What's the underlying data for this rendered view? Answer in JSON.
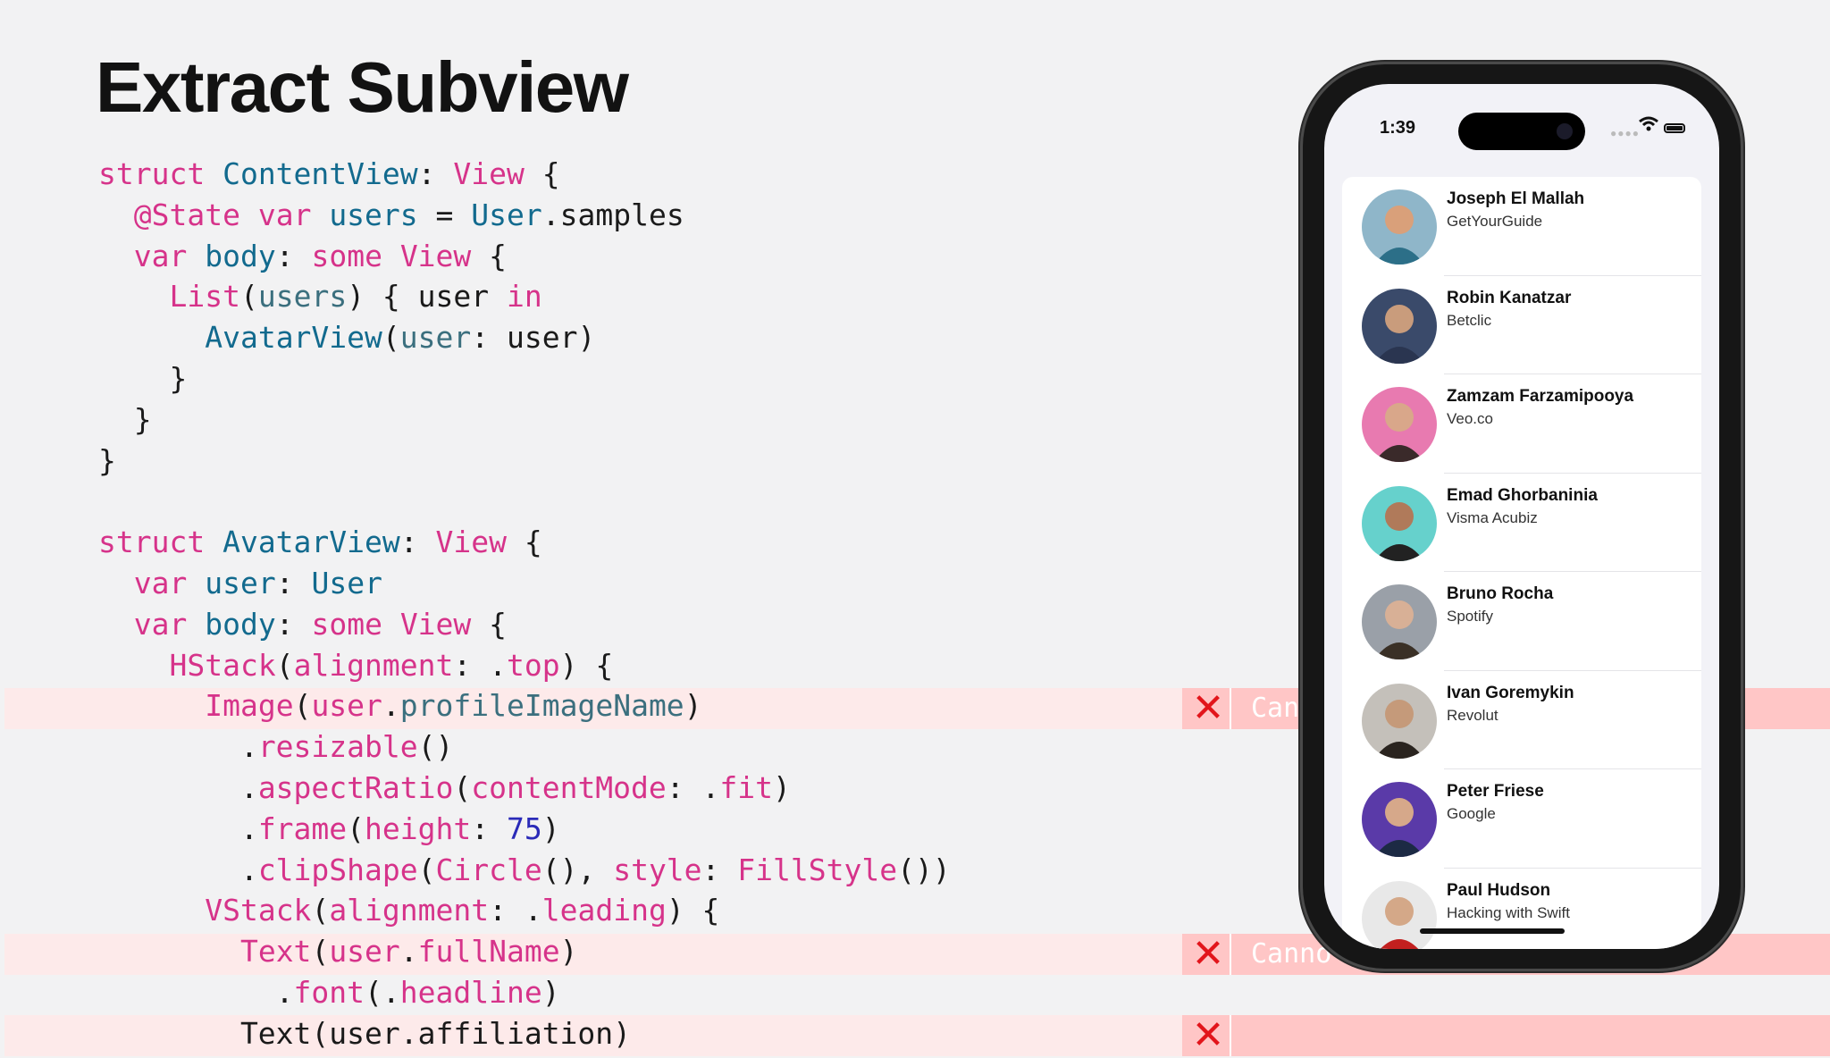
{
  "slide": {
    "title": "Extract Subview"
  },
  "code_lines": [
    [
      {
        "t": "struct ",
        "c": "kw"
      },
      {
        "t": "ContentView",
        "c": "ty"
      },
      {
        "t": ": "
      },
      {
        "t": "View",
        "c": "kw"
      },
      {
        "t": " {"
      }
    ],
    [
      {
        "t": "  "
      },
      {
        "t": "@State ",
        "c": "kw"
      },
      {
        "t": "var ",
        "c": "kw"
      },
      {
        "t": "users",
        "c": "ty"
      },
      {
        "t": " = "
      },
      {
        "t": "User",
        "c": "ty"
      },
      {
        "t": ".samples"
      }
    ],
    [
      {
        "t": "  "
      },
      {
        "t": "var ",
        "c": "kw"
      },
      {
        "t": "body",
        "c": "ty"
      },
      {
        "t": ": "
      },
      {
        "t": "some ",
        "c": "kw"
      },
      {
        "t": "View",
        "c": "kw"
      },
      {
        "t": " {"
      }
    ],
    [
      {
        "t": "    "
      },
      {
        "t": "List",
        "c": "fn"
      },
      {
        "t": "("
      },
      {
        "t": "users",
        "c": "pr"
      },
      {
        "t": ") { user "
      },
      {
        "t": "in",
        "c": "kw"
      }
    ],
    [
      {
        "t": "      "
      },
      {
        "t": "AvatarView",
        "c": "ty"
      },
      {
        "t": "("
      },
      {
        "t": "user",
        "c": "pr"
      },
      {
        "t": ": user)"
      }
    ],
    [
      {
        "t": "    }"
      }
    ],
    [
      {
        "t": "  }"
      }
    ],
    [
      {
        "t": "}"
      }
    ],
    [
      {
        "t": ""
      }
    ],
    [
      {
        "t": "struct ",
        "c": "kw"
      },
      {
        "t": "AvatarView",
        "c": "ty"
      },
      {
        "t": ": "
      },
      {
        "t": "View",
        "c": "kw"
      },
      {
        "t": " {"
      }
    ],
    [
      {
        "t": "  "
      },
      {
        "t": "var ",
        "c": "kw"
      },
      {
        "t": "user",
        "c": "ty"
      },
      {
        "t": ": "
      },
      {
        "t": "User",
        "c": "ty"
      }
    ],
    [
      {
        "t": "  "
      },
      {
        "t": "var ",
        "c": "kw"
      },
      {
        "t": "body",
        "c": "ty"
      },
      {
        "t": ": "
      },
      {
        "t": "some ",
        "c": "kw"
      },
      {
        "t": "View",
        "c": "kw"
      },
      {
        "t": " {"
      }
    ],
    [
      {
        "t": "    "
      },
      {
        "t": "HStack",
        "c": "fn"
      },
      {
        "t": "("
      },
      {
        "t": "alignment",
        "c": "fn"
      },
      {
        "t": ": ."
      },
      {
        "t": "top",
        "c": "fn"
      },
      {
        "t": ") {"
      }
    ],
    [
      {
        "t": "      "
      },
      {
        "t": "Image",
        "c": "fn"
      },
      {
        "t": "("
      },
      {
        "t": "user",
        "c": "fn"
      },
      {
        "t": "."
      },
      {
        "t": "profileImageName",
        "c": "pr"
      },
      {
        "t": ")"
      }
    ],
    [
      {
        "t": "        ."
      },
      {
        "t": "resizable",
        "c": "fn"
      },
      {
        "t": "()"
      }
    ],
    [
      {
        "t": "        ."
      },
      {
        "t": "aspectRatio",
        "c": "fn"
      },
      {
        "t": "("
      },
      {
        "t": "contentMode",
        "c": "fn"
      },
      {
        "t": ": ."
      },
      {
        "t": "fit",
        "c": "fn"
      },
      {
        "t": ")"
      }
    ],
    [
      {
        "t": "        ."
      },
      {
        "t": "frame",
        "c": "fn"
      },
      {
        "t": "("
      },
      {
        "t": "height",
        "c": "fn"
      },
      {
        "t": ": "
      },
      {
        "t": "75",
        "c": "nm"
      },
      {
        "t": ")"
      }
    ],
    [
      {
        "t": "        ."
      },
      {
        "t": "clipShape",
        "c": "fn"
      },
      {
        "t": "("
      },
      {
        "t": "Circle",
        "c": "fn"
      },
      {
        "t": "(), "
      },
      {
        "t": "style",
        "c": "fn"
      },
      {
        "t": ": "
      },
      {
        "t": "FillStyle",
        "c": "fn"
      },
      {
        "t": "())"
      }
    ],
    [
      {
        "t": "      "
      },
      {
        "t": "VStack",
        "c": "fn"
      },
      {
        "t": "("
      },
      {
        "t": "alignment",
        "c": "fn"
      },
      {
        "t": ": ."
      },
      {
        "t": "leading",
        "c": "fn"
      },
      {
        "t": ") {"
      }
    ],
    [
      {
        "t": "        "
      },
      {
        "t": "Text",
        "c": "fn"
      },
      {
        "t": "("
      },
      {
        "t": "user",
        "c": "fn"
      },
      {
        "t": "."
      },
      {
        "t": "fullName",
        "c": "fn"
      },
      {
        "t": ")"
      }
    ],
    [
      {
        "t": "          ."
      },
      {
        "t": "font",
        "c": "fn"
      },
      {
        "t": "(."
      },
      {
        "t": "headline",
        "c": "fn"
      },
      {
        "t": ")"
      }
    ],
    [
      {
        "t": "        Text(user.affiliation)"
      }
    ]
  ],
  "errors": [
    {
      "text": "Can"
    },
    {
      "text": "Canno"
    },
    {
      "text": ""
    }
  ],
  "phone": {
    "time": "1:39",
    "users": [
      {
        "name": "Joseph El Mallah",
        "affiliation": "GetYourGuide"
      },
      {
        "name": "Robin Kanatzar",
        "affiliation": "Betclic"
      },
      {
        "name": "Zamzam Farzamipooya",
        "affiliation": "Veo.co"
      },
      {
        "name": "Emad Ghorbaninia",
        "affiliation": "Visma Acubiz"
      },
      {
        "name": "Bruno Rocha",
        "affiliation": "Spotify"
      },
      {
        "name": "Ivan Goremykin",
        "affiliation": "Revolut"
      },
      {
        "name": "Peter Friese",
        "affiliation": "Google"
      },
      {
        "name": "Paul Hudson",
        "affiliation": "Hacking with Swift"
      }
    ]
  },
  "colors": {
    "keyword": "#d6338a",
    "type": "#126a8e",
    "number": "#2a2ab8",
    "error": "#e2151b"
  }
}
